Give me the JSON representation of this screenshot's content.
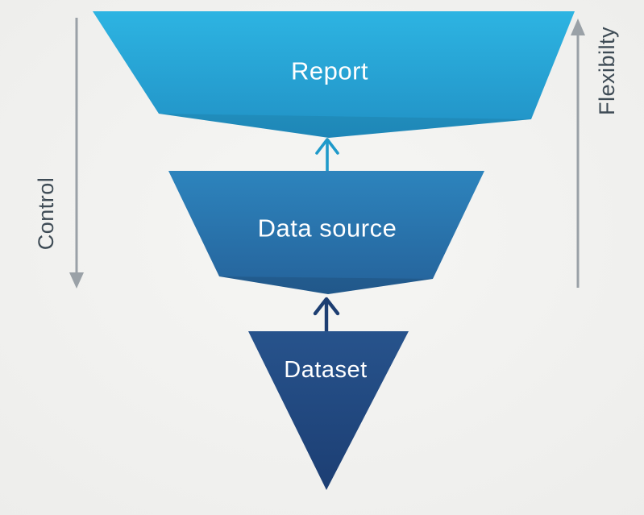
{
  "diagram": {
    "background": {
      "center_color": "#f6f6f4",
      "edge_color": "#ededeb"
    },
    "funnel": {
      "label_color": "#ffffff",
      "layers": [
        {
          "label": "Report",
          "top_color": "#2db4e2",
          "bottom_color": "#2191c5"
        },
        {
          "label": "Data source",
          "top_color": "#2d84bd",
          "bottom_color": "#25629a"
        },
        {
          "label": "Dataset",
          "top_color": "#27538c",
          "bottom_color": "#1c3e73"
        }
      ]
    },
    "arrows": {
      "datasource_to_report_color": "#1f9aca",
      "dataset_to_datasource_color": "#1d3e72"
    },
    "axes": {
      "line_color": "#9aa1a7",
      "text_color": "#3e4b55",
      "left": {
        "label": "Control",
        "direction": "down"
      },
      "right": {
        "label": "Flexibilty",
        "direction": "up"
      }
    }
  }
}
